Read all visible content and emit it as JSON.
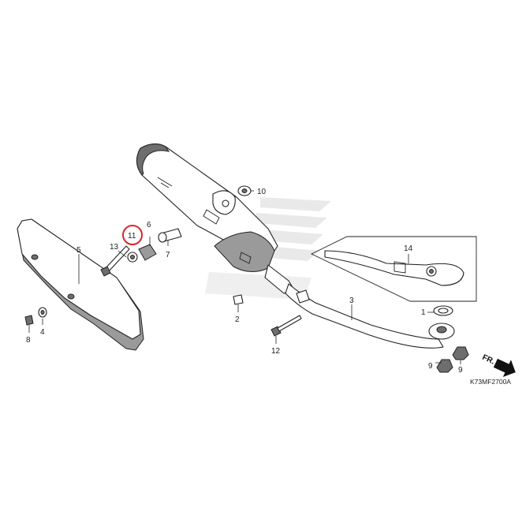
{
  "diagram": {
    "code": "K73MF2700A",
    "direction_label": "FR.",
    "highlight_color": "#d9262c",
    "callouts": [
      {
        "id": "c1",
        "text": "1"
      },
      {
        "id": "c2",
        "text": "2"
      },
      {
        "id": "c3",
        "text": "3"
      },
      {
        "id": "c4",
        "text": "4"
      },
      {
        "id": "c5",
        "text": "5"
      },
      {
        "id": "c6",
        "text": "6"
      },
      {
        "id": "c7",
        "text": "7"
      },
      {
        "id": "c8",
        "text": "8"
      },
      {
        "id": "c9a",
        "text": "9"
      },
      {
        "id": "c9b",
        "text": "9"
      },
      {
        "id": "c10",
        "text": "10"
      },
      {
        "id": "c11",
        "text": "11"
      },
      {
        "id": "c12",
        "text": "12"
      },
      {
        "id": "c13",
        "text": "13"
      },
      {
        "id": "c14",
        "text": "14"
      }
    ]
  }
}
